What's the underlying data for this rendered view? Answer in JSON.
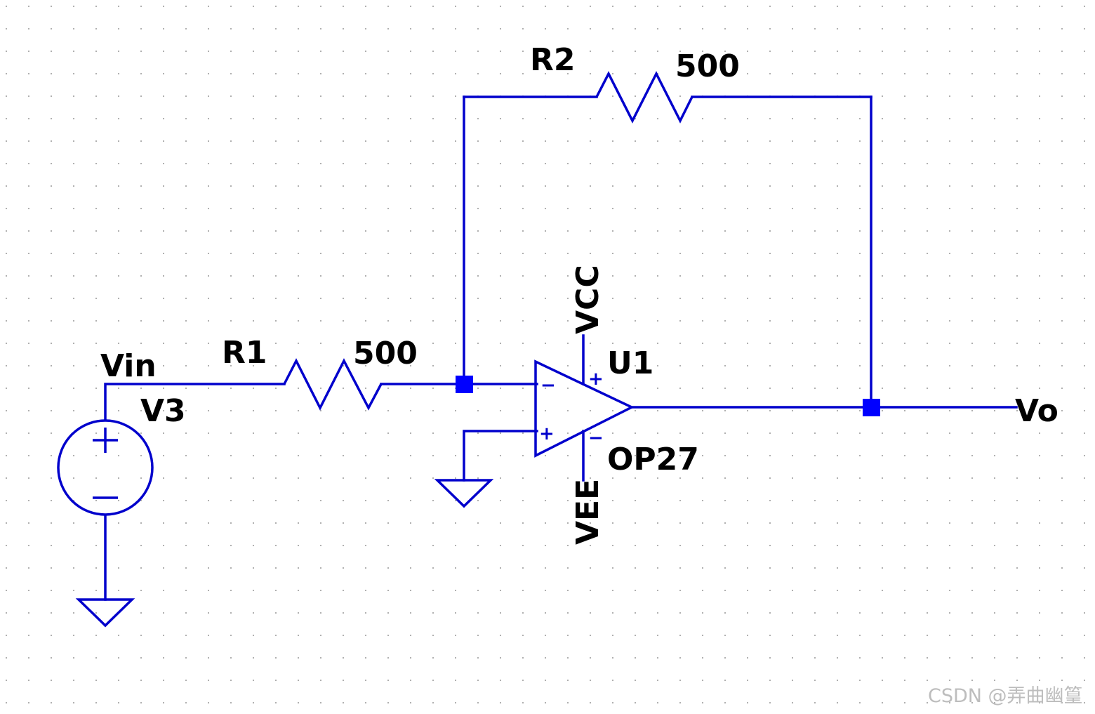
{
  "components": {
    "r1": {
      "ref": "R1",
      "value": "500"
    },
    "r2": {
      "ref": "R2",
      "value": "500"
    },
    "v3": {
      "ref": "V3",
      "plus": "+",
      "minus": "−"
    },
    "u1": {
      "ref": "U1",
      "model": "OP27",
      "inv_mark": "−",
      "noninv_mark": "+",
      "supply_pos_mark": "+",
      "supply_neg_mark": "−"
    }
  },
  "nets": {
    "vin": "Vin",
    "vo": "Vo",
    "vcc": "VCC",
    "vee": "VEE"
  },
  "watermark": "CSDN @弄曲幽篁",
  "colors": {
    "wire": "#0000cc",
    "junction": "#0000ff",
    "grid": "#b0b0b0",
    "text": "#000000"
  }
}
